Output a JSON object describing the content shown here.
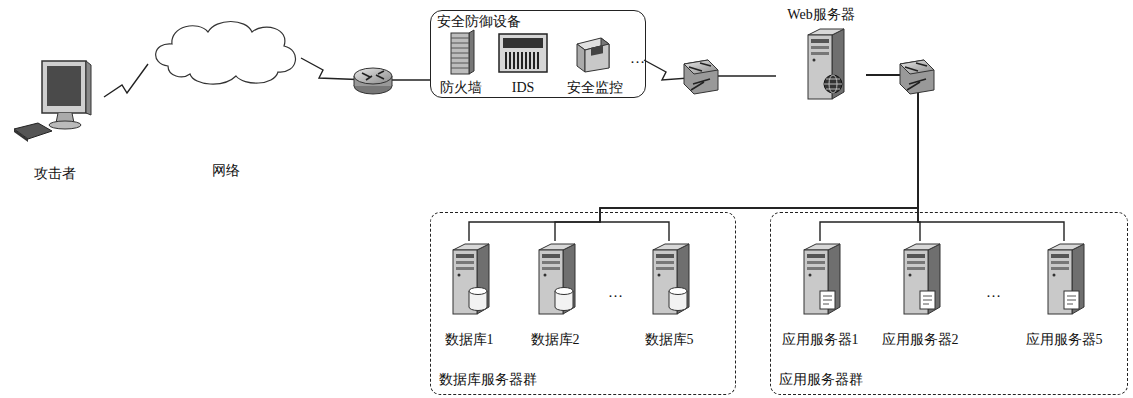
{
  "diagram": {
    "nodes": [
      {
        "text": [
          "攻击者"
        ]
      },
      {
        "text": [
          "网络"
        ]
      },
      {
        "text": [
          "安全防御设备"
        ]
      },
      {
        "text": [
          "防火墙"
        ],
        "in": 2
      },
      {
        "text": [
          "IDS"
        ],
        "in": 2
      },
      {
        "text": [
          "安全监控"
        ],
        "in": 2
      },
      {
        "text": [
          "Web服务器"
        ]
      },
      {
        "text": [
          "数据库服务器群"
        ]
      },
      {
        "text": [
          "数据库1"
        ],
        "in": 7
      },
      {
        "text": [
          "数据库2"
        ],
        "in": 7
      },
      {
        "text": [
          "数据库5"
        ],
        "in": 7
      },
      {
        "text": [
          "应用服务器群"
        ]
      },
      {
        "text": [
          "应用服务器1"
        ],
        "in": 11
      },
      {
        "text": [
          "应用服务器2"
        ],
        "in": 11
      },
      {
        "text": [
          "应用服务器5"
        ],
        "in": 11
      }
    ],
    "edges": [
      {
        "from": 0,
        "to": 1,
        "arrow": "none"
      },
      {
        "from": 1,
        "to": 2,
        "arrow": "none"
      },
      {
        "from": 2,
        "to": 6,
        "arrow": "none"
      },
      {
        "from": 6,
        "to": 8,
        "arrow": "none"
      },
      {
        "from": 6,
        "to": 9,
        "arrow": "none"
      },
      {
        "from": 6,
        "to": 10,
        "arrow": "none"
      },
      {
        "from": 6,
        "to": 12,
        "arrow": "none"
      },
      {
        "from": 6,
        "to": 13,
        "arrow": "none"
      },
      {
        "from": 6,
        "to": 14,
        "arrow": "none"
      }
    ],
    "labels": [
      "…",
      "…",
      "…"
    ]
  }
}
